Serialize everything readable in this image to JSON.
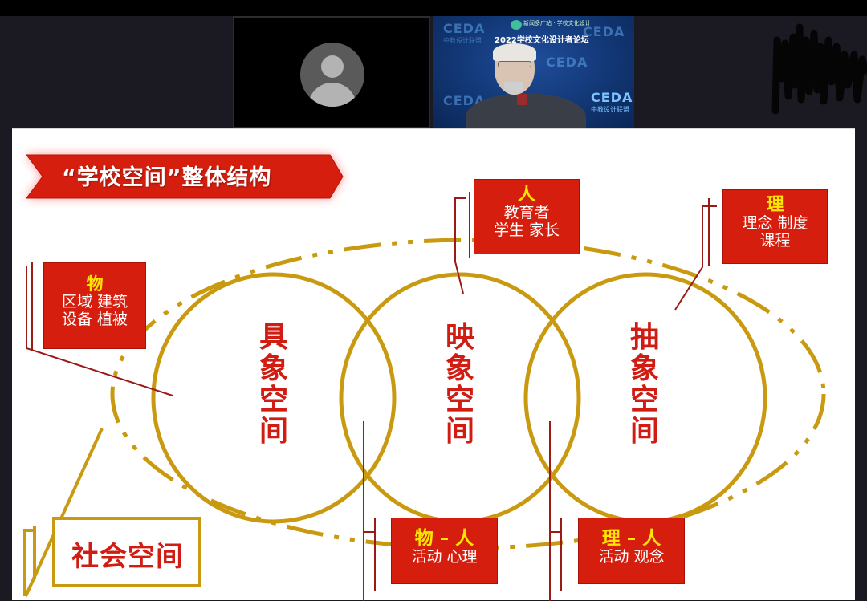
{
  "meeting": {
    "participants": [
      {
        "id": "participant-1",
        "camera": "off",
        "avatar_icon": "user-avatar-icon"
      },
      {
        "id": "participant-2",
        "camera": "on",
        "background": {
          "logo_text": "新闻多广站 · 学校文化设计",
          "event_title": "2022学校文化设计者论坛",
          "brand": "CEDA",
          "brand_sub": "中教设计联盟"
        }
      }
    ],
    "annotation": "scribble-mark"
  },
  "slide": {
    "title": "“学校空间”整体结构",
    "circles": [
      {
        "label": "具象空间",
        "chars": [
          "具",
          "象",
          "空",
          "间"
        ]
      },
      {
        "label": "映象空间",
        "chars": [
          "映",
          "象",
          "空",
          "间"
        ]
      },
      {
        "label": "抽象空间",
        "chars": [
          "抽",
          "象",
          "空",
          "间"
        ]
      }
    ],
    "boxes": {
      "wu": {
        "head": "物",
        "line1": "区域  建筑",
        "line2": "设备  植被"
      },
      "ren": {
        "head": "人",
        "line1": "教育者",
        "line2": "学生  家长"
      },
      "li": {
        "head": "理",
        "line1": "理念  制度",
        "line2": "课程"
      },
      "wu_ren": {
        "head": "物 – 人",
        "line1": "活动  心理"
      },
      "li_ren": {
        "head": "理 – 人",
        "line1": "活动  观念"
      }
    },
    "outer_label": "社会空间",
    "colors": {
      "red": "#d61e0e",
      "gold": "#c99a10",
      "yellow_text": "#ffe600",
      "circle_text": "#d01c12"
    }
  }
}
